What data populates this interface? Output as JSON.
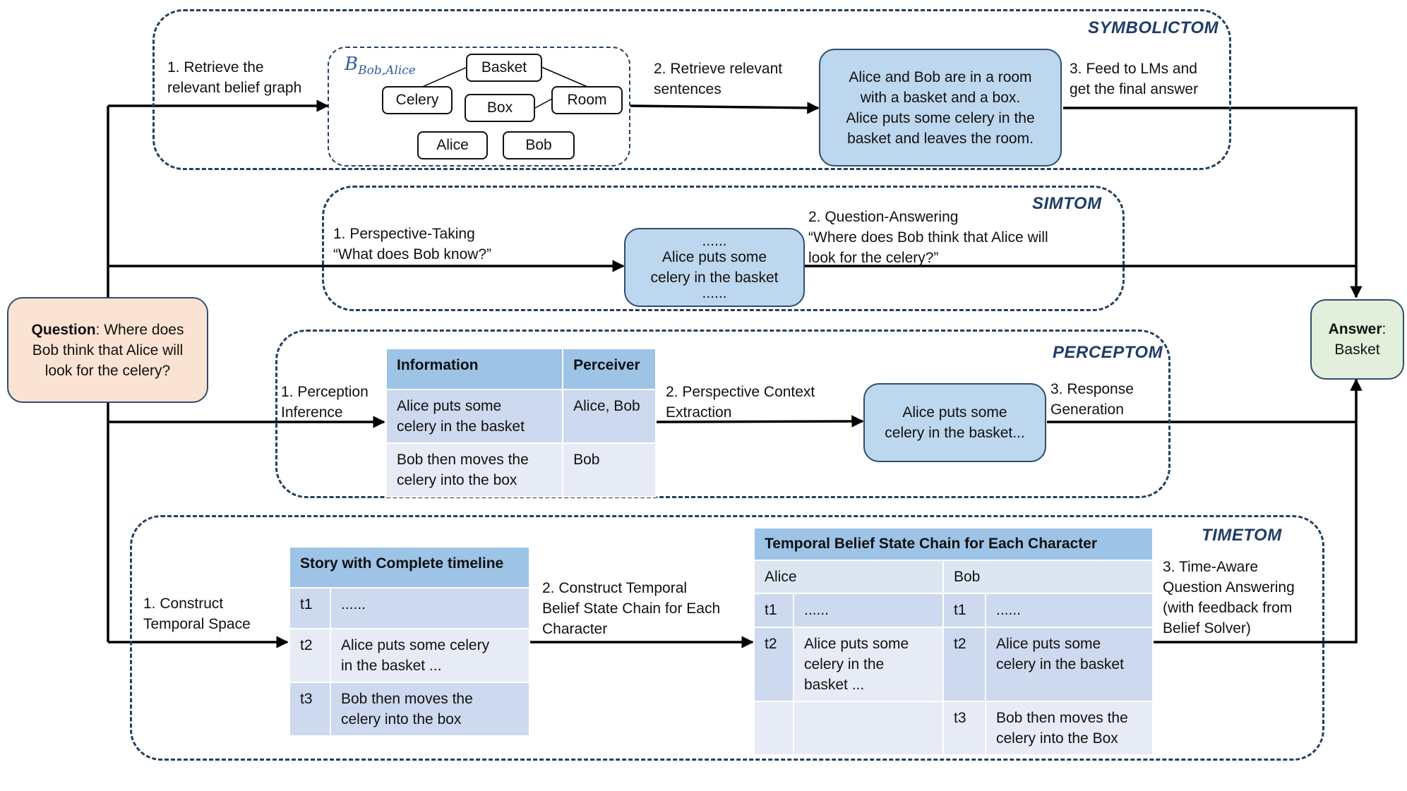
{
  "question": {
    "bold": "Question",
    "text": ": Where does Bob think that Alice will look for the celery?"
  },
  "answer": {
    "bold": "Answer",
    "text": ":",
    "value": "Basket"
  },
  "symbolictom": {
    "title": "SYMBOLICTOM",
    "step1": "1. Retrieve the\nrelevant belief graph",
    "graph_label": {
      "base": "B",
      "sub": "Bob,Alice"
    },
    "nodes": [
      "Basket",
      "Celery",
      "Box",
      "Room",
      "Alice",
      "Bob"
    ],
    "step2": "2. Retrieve relevant\nsentences",
    "sentences": "Alice and Bob are in a room\nwith a basket and a box.\nAlice puts some celery in the\nbasket and leaves the room.",
    "step3": "3. Feed to LMs and\nget the final answer"
  },
  "simtom": {
    "title": "SIMTOM",
    "step1": "1. Perspective-Taking\n“What does Bob know?”",
    "box_dots_top": "......",
    "box_text": "Alice puts some\ncelery in the basket",
    "box_dots_bottom": "......",
    "step2": "2. Question-Answering\n“Where does Bob think that Alice will\nlook for the celery?”"
  },
  "perceptom": {
    "title": "PERCEPTOM",
    "step1": "1. Perception\nInference",
    "table_headers": [
      "Information",
      "Perceiver"
    ],
    "table_rows": [
      [
        "Alice puts some\ncelery in the basket",
        "Alice, Bob"
      ],
      [
        "Bob then moves the\ncelery into the box",
        "Bob"
      ]
    ],
    "step2": "2. Perspective Context\nExtraction",
    "context_box": "Alice puts some\ncelery in the basket...",
    "step3": "3. Response\nGeneration"
  },
  "timetom": {
    "title": "TIMETOM",
    "step1": "1. Construct\nTemporal Space",
    "story_header": "Story with Complete timeline",
    "story_rows": [
      [
        "t1",
        "......"
      ],
      [
        "t2",
        "Alice puts some celery\nin the basket ..."
      ],
      [
        "t3",
        "Bob then moves the\ncelery into the box"
      ]
    ],
    "step2": "2. Construct Temporal\nBelief State Chain for Each\nCharacter",
    "chain_header": "Temporal Belief State Chain for Each Character",
    "characters": [
      "Alice",
      "Bob"
    ],
    "alice_rows": [
      [
        "t1",
        "......"
      ],
      [
        "t2",
        "Alice puts some\ncelery in the\nbasket ..."
      ]
    ],
    "bob_rows": [
      [
        "t1",
        "......"
      ],
      [
        "t2",
        "Alice puts some\ncelery in the basket"
      ],
      [
        "t3",
        "Bob then moves the\ncelery into the Box"
      ]
    ],
    "step3": "3. Time-Aware\nQuestion Answering\n(with feedback from\nBelief Solver)"
  },
  "colors": {
    "frame": "#23405f",
    "title": "#1f3d66",
    "box_fill": "#bdd7ee",
    "question_fill": "#fbe3d3",
    "answer_fill": "#e2efda",
    "table_header": "#9dc3e6",
    "table_row_dark": "#cdd9ee",
    "table_row_light": "#e6ebf5"
  }
}
